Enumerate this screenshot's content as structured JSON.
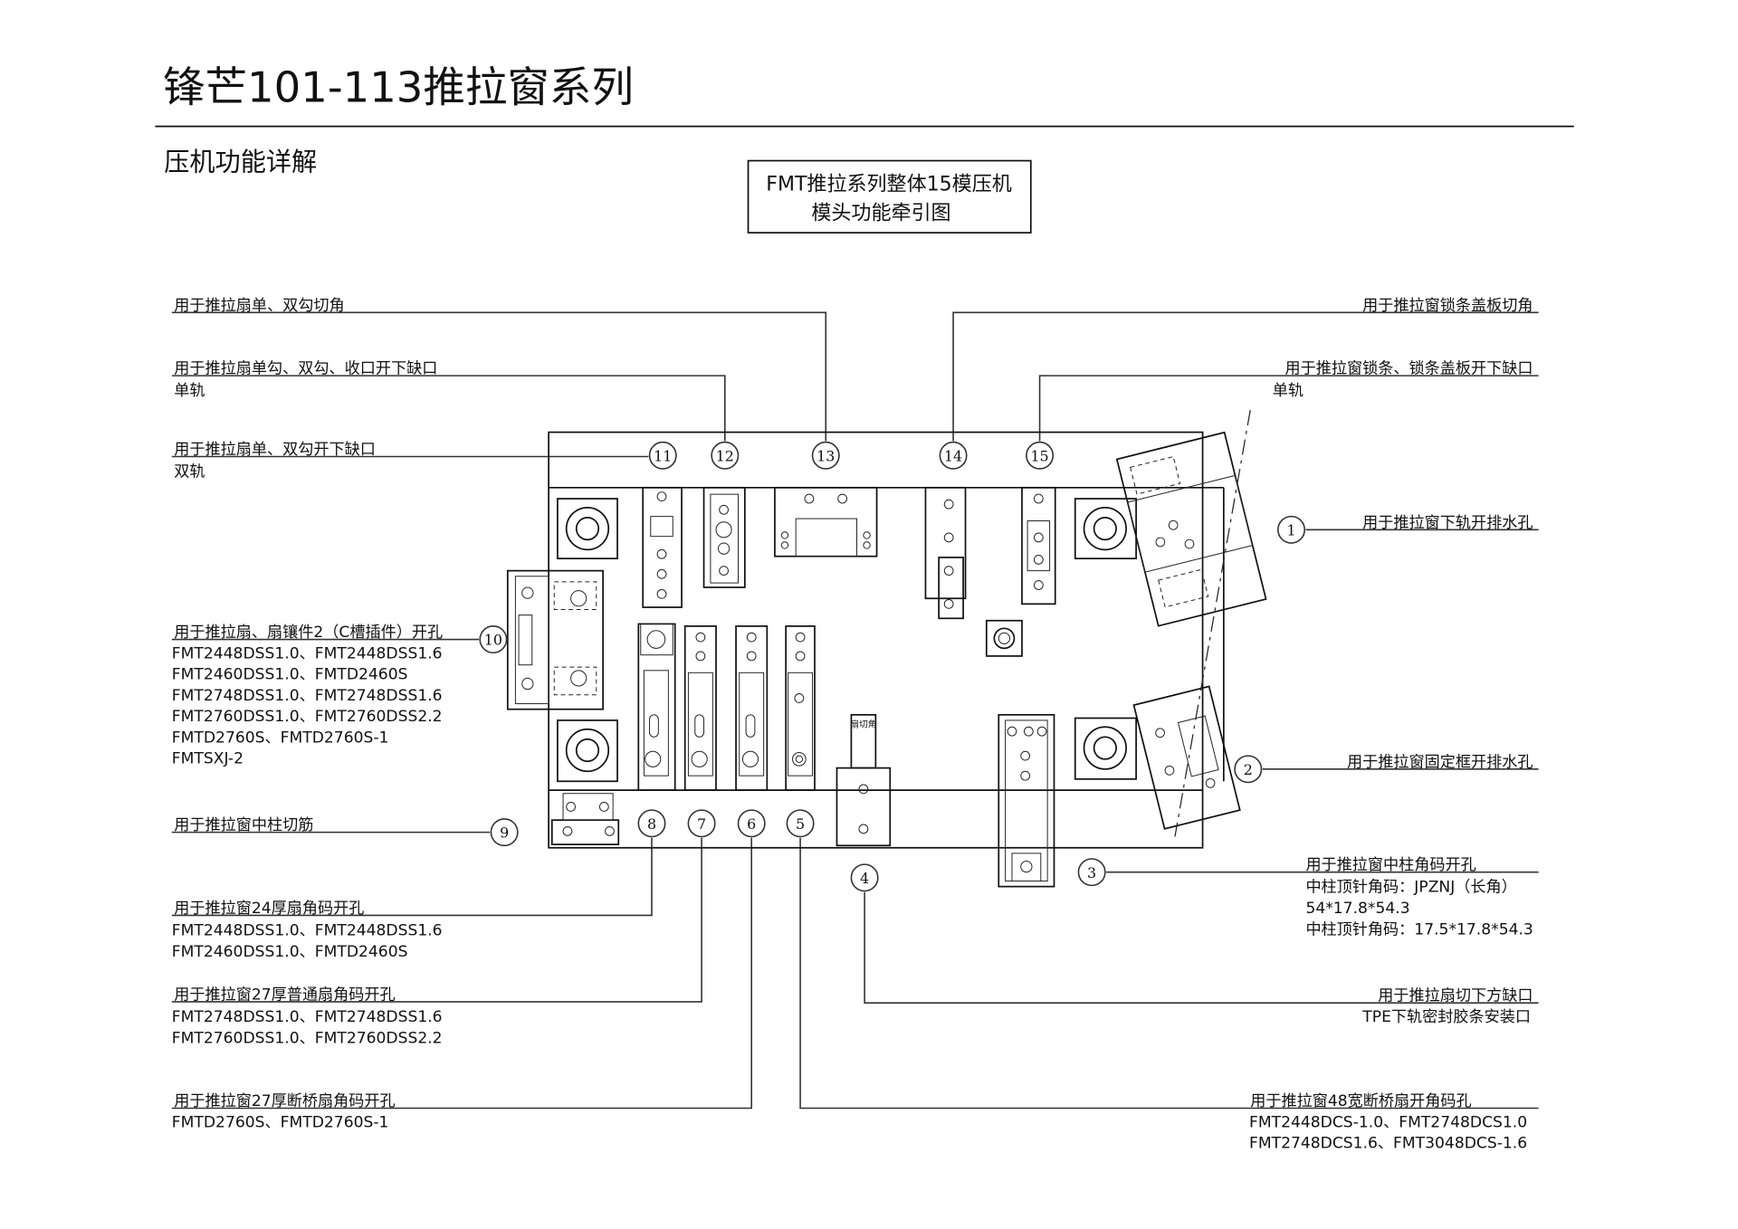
{
  "header": {
    "title": "锋芒101-113推拉窗系列",
    "subtitle": "压机功能详解"
  },
  "diagram_box": {
    "line1": "FMT推拉系列整体15模压机",
    "line2": "模头功能牵引图"
  },
  "callouts": {
    "c1": {
      "num": "1",
      "title": "用于推拉窗下轨开排水孔"
    },
    "c2": {
      "num": "2",
      "title": "用于推拉窗固定框开排水孔"
    },
    "c3": {
      "num": "3",
      "title": "用于推拉窗中柱角码开孔",
      "lines": [
        "中柱顶针角码：JPZNJ（长角）",
        "54*17.8*54.3",
        "中柱顶针角码：17.5*17.8*54.3"
      ]
    },
    "c4": {
      "num": "4",
      "title": "用于推拉扇切下方缺口",
      "lines": [
        "TPE下轨密封胶条安装口"
      ]
    },
    "c5": {
      "num": "5",
      "title": "用于推拉窗48宽断桥扇开角码孔",
      "lines": [
        "FMT2448DCS-1.0、FMT2748DCS1.0",
        "FMT2748DCS1.6、FMT3048DCS-1.6"
      ]
    },
    "c6": {
      "num": "6",
      "title": "用于推拉窗27厚断桥扇角码开孔",
      "lines": [
        "FMTD2760S、FMTD2760S-1"
      ]
    },
    "c7": {
      "num": "7",
      "title": "用于推拉窗27厚普通扇角码开孔",
      "lines": [
        "FMT2748DSS1.0、FMT2748DSS1.6",
        "FMT2760DSS1.0、FMT2760DSS2.2"
      ]
    },
    "c8": {
      "num": "8",
      "title": "用于推拉窗24厚扇角码开孔",
      "lines": [
        "FMT2448DSS1.0、FMT2448DSS1.6",
        "FMT2460DSS1.0、FMTD2460S"
      ]
    },
    "c9": {
      "num": "9",
      "title": "用于推拉窗中柱切筋"
    },
    "c10": {
      "num": "10",
      "title": "用于推拉扇、扇镶件2（C槽插件）开孔",
      "lines": [
        "FMT2448DSS1.0、FMT2448DSS1.6",
        "FMT2460DSS1.0、FMTD2460S",
        "FMT2748DSS1.0、FMT2748DSS1.6",
        "FMT2760DSS1.0、FMT2760DSS2.2",
        "FMTD2760S、FMTD2760S-1",
        "FMTSXJ-2"
      ]
    },
    "c11": {
      "num": "11",
      "title": "用于推拉扇单、双勾开下缺口",
      "lines": [
        "双轨"
      ]
    },
    "c12": {
      "num": "12",
      "title": "用于推拉扇单勾、双勾、收口开下缺口",
      "lines": [
        "单轨"
      ]
    },
    "c13": {
      "num": "13",
      "title": "用于推拉扇单、双勾切角"
    },
    "c14": {
      "num": "14",
      "title": "用于推拉窗锁条盖板切角"
    },
    "c15": {
      "num": "15",
      "title": "用于推拉窗锁条、锁条盖板开下缺口",
      "lines": [
        "单轨"
      ]
    }
  },
  "die_label": "扇切角"
}
